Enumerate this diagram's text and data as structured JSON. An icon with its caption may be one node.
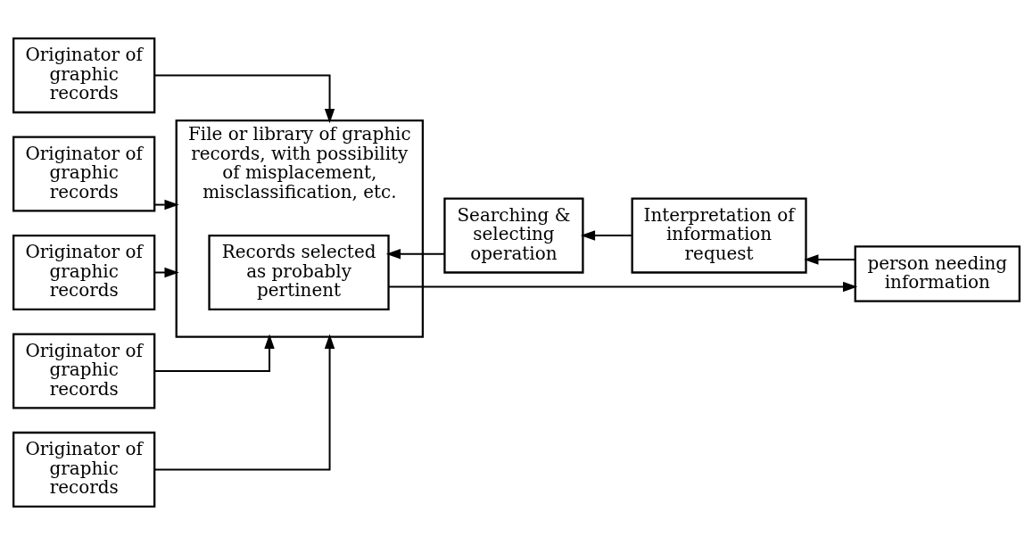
{
  "diagram": {
    "nodes": [
      {
        "text": [
          "Originator of graphic records"
        ]
      },
      {
        "text": [
          "Originator of graphic records"
        ]
      },
      {
        "text": [
          "Originator of graphic records"
        ]
      },
      {
        "text": [
          "Originator of graphic records"
        ]
      },
      {
        "text": [
          "Originator of graphic records"
        ]
      },
      {
        "text": [
          "File or library of graphic records, with possibility of misplacement, misclassification, etc."
        ]
      },
      {
        "text": [
          "Records selected as probably pertinent"
        ],
        "in": 5
      },
      {
        "text": [
          "Searching & selecting operation"
        ]
      },
      {
        "text": [
          "Interpretation of information request"
        ]
      },
      {
        "text": [
          "person needing information"
        ]
      }
    ],
    "edges": [
      {
        "from": 0,
        "to": 5,
        "arrow": "to"
      },
      {
        "from": 1,
        "to": 5,
        "arrow": "to"
      },
      {
        "from": 2,
        "to": 5,
        "arrow": "to"
      },
      {
        "from": 3,
        "to": 5,
        "arrow": "to"
      },
      {
        "from": 4,
        "to": 5,
        "arrow": "to"
      },
      {
        "from": 7,
        "to": 6,
        "arrow": "to"
      },
      {
        "from": 8,
        "to": 7,
        "arrow": "to"
      },
      {
        "from": 9,
        "to": 8,
        "arrow": "to"
      },
      {
        "from": 6,
        "to": 9,
        "arrow": "to"
      }
    ]
  }
}
